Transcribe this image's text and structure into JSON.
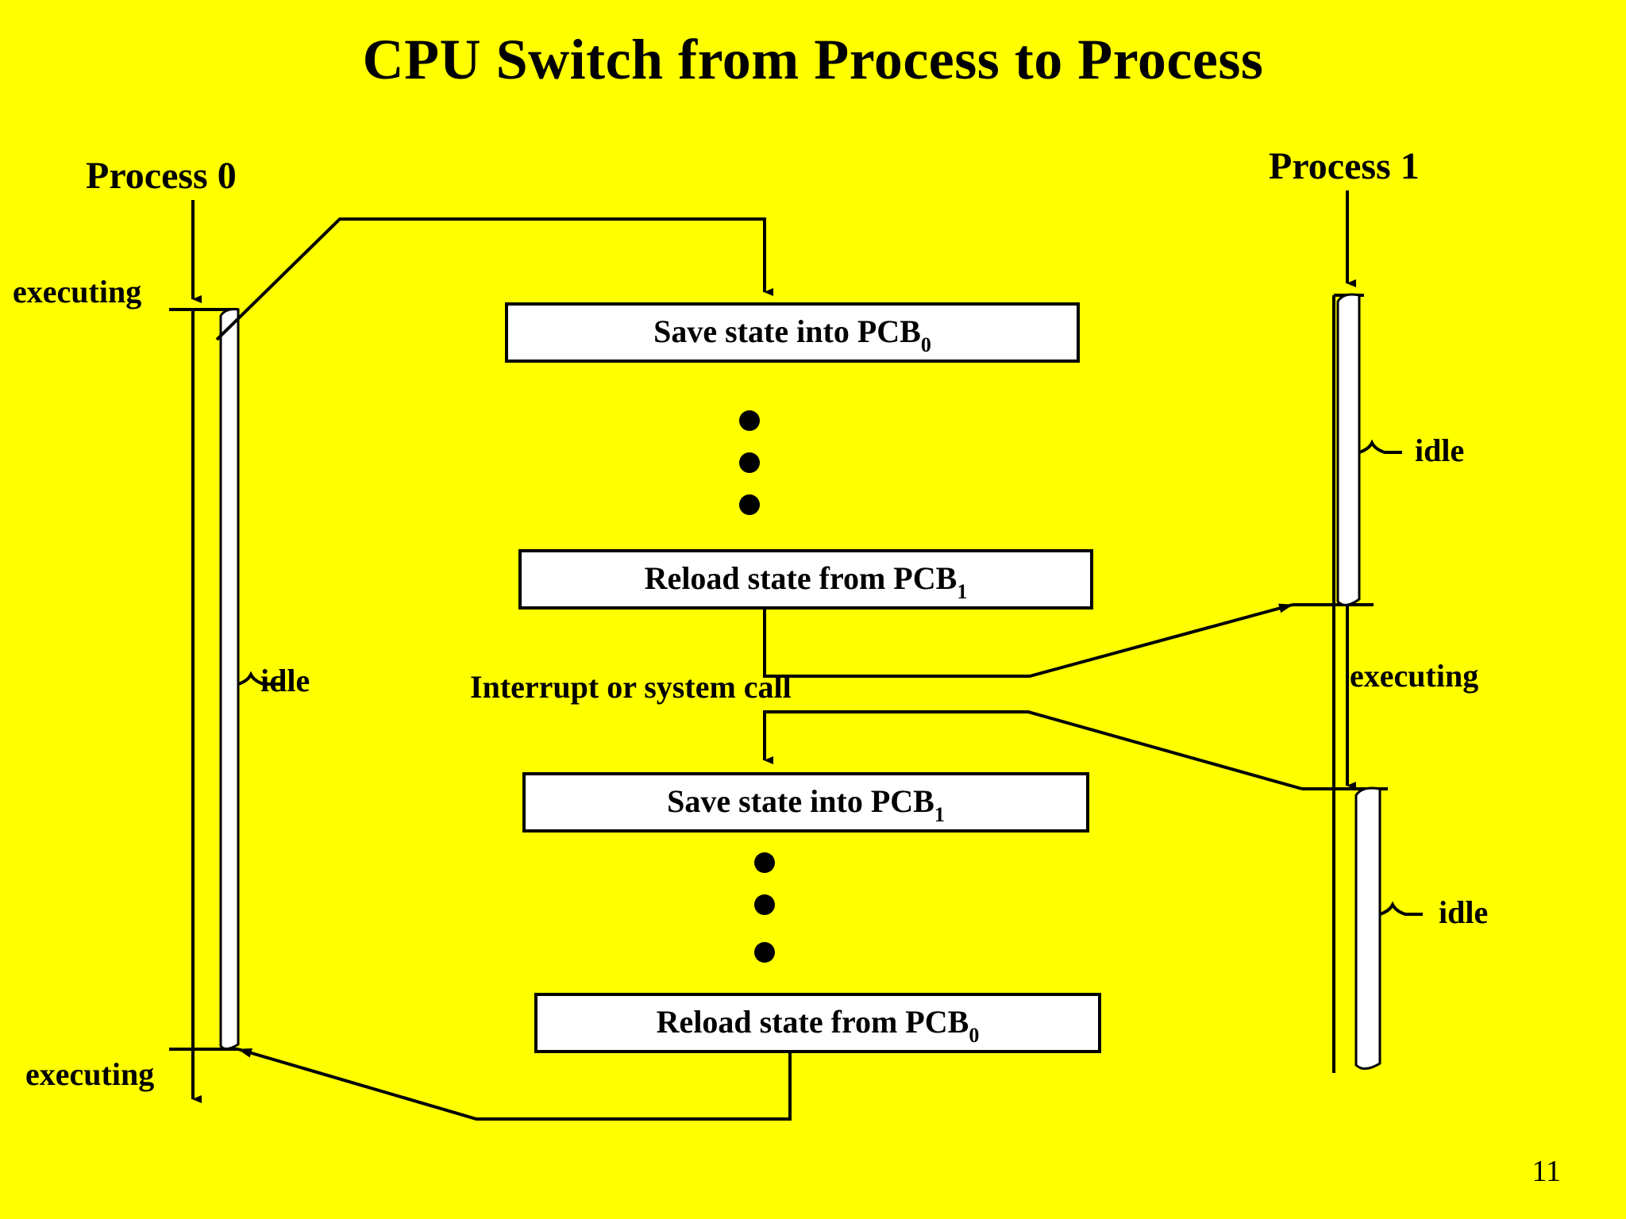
{
  "slide": {
    "title": "CPU Switch from Process to Process",
    "page_number": "11",
    "background_color": "#FFFF00",
    "box_fill_color": "#FFFFFF",
    "line_color": "#000000"
  },
  "processes": {
    "left": {
      "name": "Process  0",
      "states": [
        {
          "label": "executing",
          "position": "top"
        },
        {
          "label": "idle",
          "position": "middle"
        },
        {
          "label": "executing",
          "position": "bottom"
        }
      ]
    },
    "right": {
      "name": "Process  1",
      "states": [
        {
          "label": "idle",
          "position": "top"
        },
        {
          "label": "executing",
          "position": "middle"
        },
        {
          "label": "idle",
          "position": "bottom"
        }
      ]
    }
  },
  "annotations": [
    {
      "name": "interrupt-or-system-call",
      "text": "Interrupt or system call"
    }
  ],
  "boxes": [
    {
      "id": "save-pcb0",
      "main": "Save state into PCB",
      "sub": "0"
    },
    {
      "id": "reload-pcb1",
      "main": "Reload state from PCB",
      "sub": "1"
    },
    {
      "id": "save-pcb1",
      "main": "Save state into PCB",
      "sub": "1"
    },
    {
      "id": "reload-pcb0",
      "main": "Reload state from PCB",
      "sub": "0"
    }
  ],
  "ellipsis": {
    "glyph": "●",
    "count": 3
  }
}
